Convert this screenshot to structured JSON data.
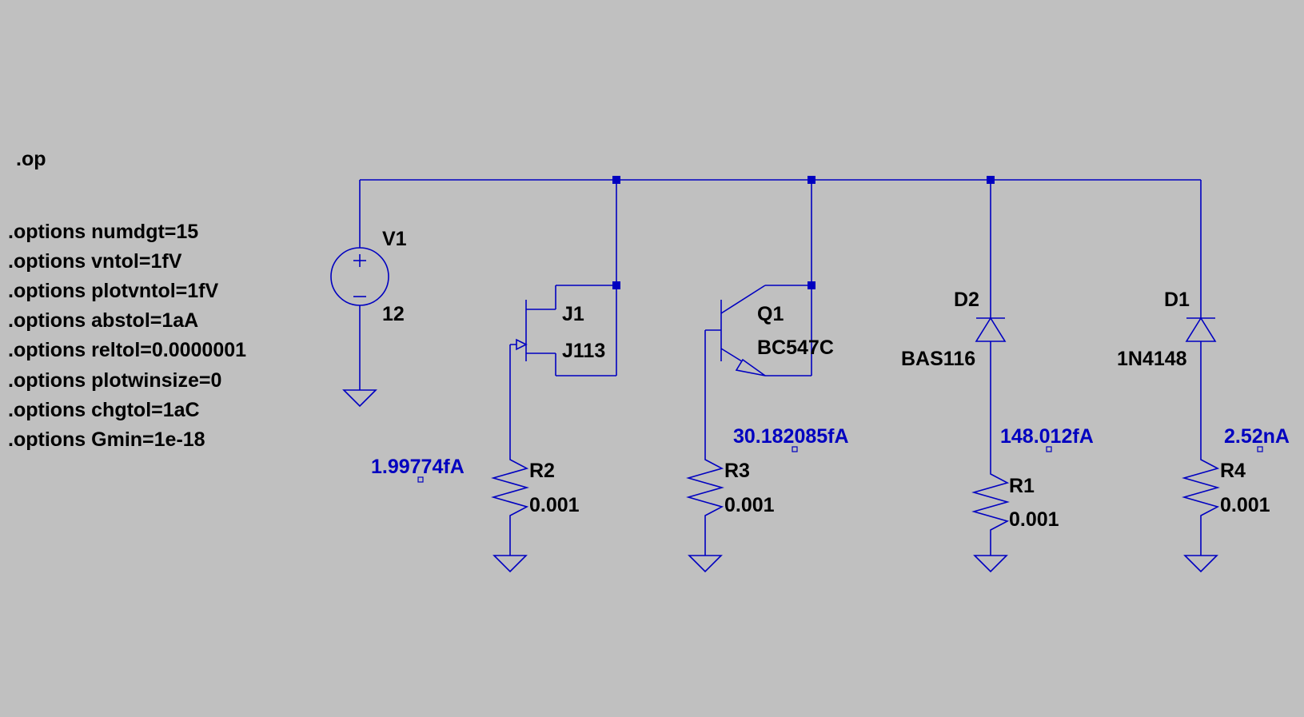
{
  "directives": {
    "op": ".op",
    "options": [
      ".options numdgt=15",
      ".options vntol=1fV",
      ".options plotvntol=1fV",
      ".options abstol=1aA",
      ".options reltol=0.0000001",
      ".options plotwinsize=0",
      ".options chgtol=1aC",
      ".options Gmin=1e-18"
    ]
  },
  "components": {
    "V1": {
      "name": "V1",
      "value": "12"
    },
    "J1": {
      "name": "J1",
      "value": "J113"
    },
    "Q1": {
      "name": "Q1",
      "value": "BC547C"
    },
    "D2": {
      "name": "D2",
      "value": "BAS116"
    },
    "D1": {
      "name": "D1",
      "value": "1N4148"
    },
    "R2": {
      "name": "R2",
      "value": "0.001"
    },
    "R3": {
      "name": "R3",
      "value": "0.001"
    },
    "R1": {
      "name": "R1",
      "value": "0.001"
    },
    "R4": {
      "name": "R4",
      "value": "0.001"
    }
  },
  "measurements": {
    "j1_branch": "1.99774fA",
    "q1_branch": "30.182085fA",
    "d2_branch": "148.012fA",
    "d1_branch": "2.52nA"
  },
  "colors": {
    "background": "#c0c0c0",
    "wire": "#0000c0",
    "text": "#000000",
    "measurement": "#0000c0"
  }
}
